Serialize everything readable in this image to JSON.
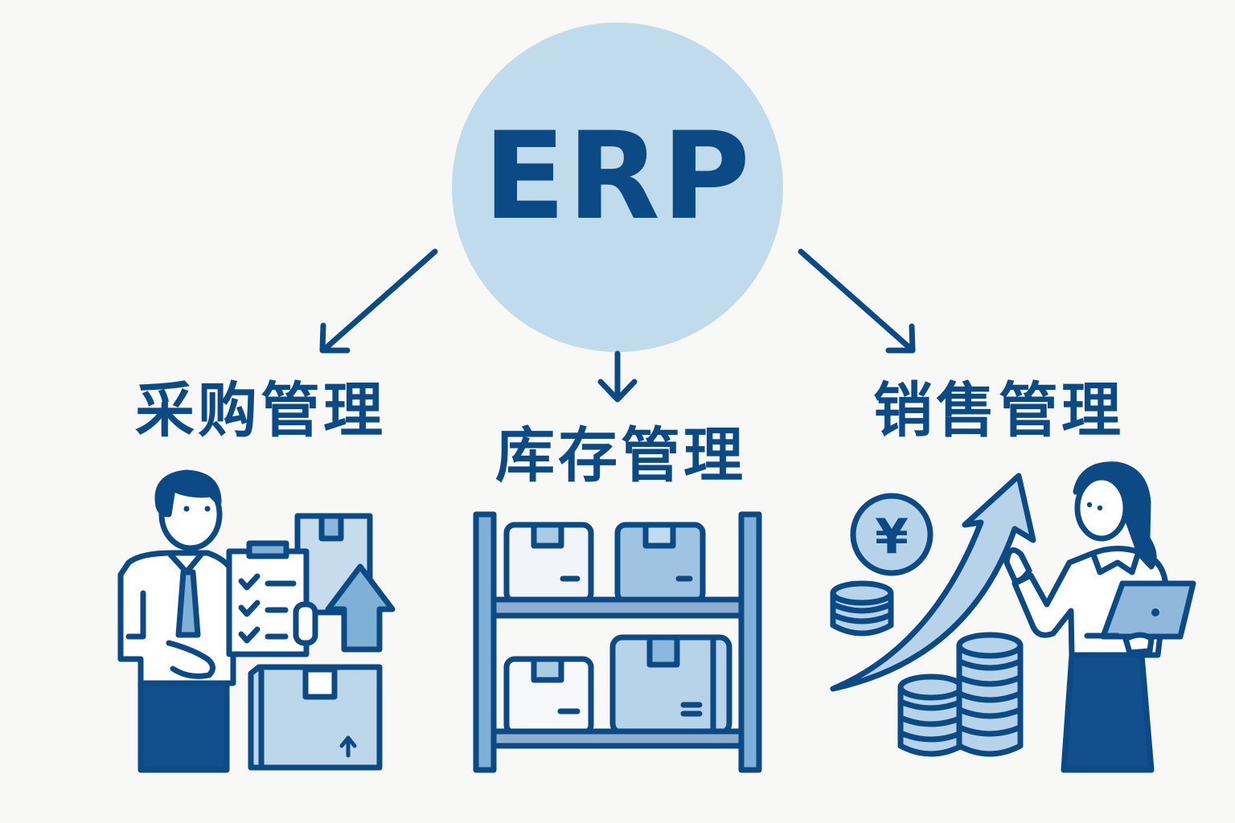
{
  "center": {
    "label": "ERP",
    "icon": "erp-hub-circle"
  },
  "modules": [
    {
      "label": "采购管理",
      "illustration": "purchasing-man-clipboard-boxes"
    },
    {
      "label": "库存管理",
      "illustration": "inventory-shelf-boxes"
    },
    {
      "label": "销售管理",
      "illustration": "sales-woman-growth-arrow-coins"
    }
  ],
  "sales_coin_symbol": "¥",
  "colors": {
    "background": "#f8f8f7",
    "primary": "#0b4a85",
    "circle": "#c0dbec",
    "light_fill": "#b9d6ea",
    "mid_fill": "#7fb0d6"
  }
}
